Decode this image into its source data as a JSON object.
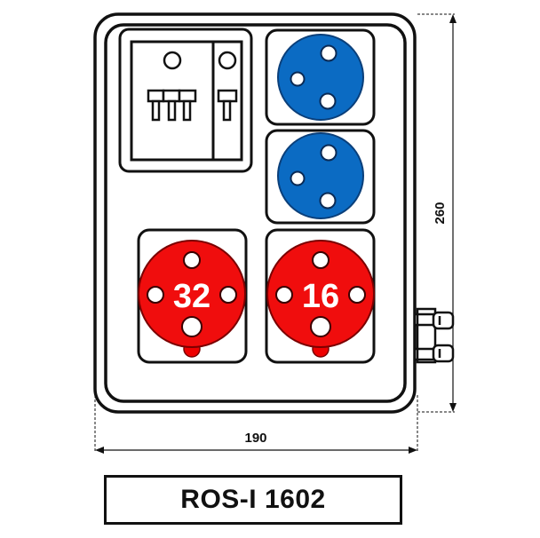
{
  "diagram": {
    "title": "ROS-I 1602",
    "type": "electrical distribution box technical drawing",
    "dimensions": {
      "width_label": "190",
      "height_label": "260"
    },
    "components": {
      "breaker_panel": {
        "three_pole_breakers": 1,
        "single_pole_breakers": 1
      },
      "blue_sockets": [
        {
          "id": "socket-blue-1",
          "color": "#0b6bc3",
          "pins": 3
        },
        {
          "id": "socket-blue-2",
          "color": "#0b6bc3",
          "pins": 3
        }
      ],
      "red_sockets": [
        {
          "id": "socket-red-32",
          "label": "32",
          "color": "#f00d0d",
          "pins": 5
        },
        {
          "id": "socket-red-16",
          "label": "16",
          "color": "#f00d0d",
          "pins": 5
        }
      ],
      "cable_glands": 2
    },
    "colors": {
      "outline": "#111111",
      "blue_socket": "#0b6bc3",
      "red_socket": "#f00d0d",
      "background": "#ffffff"
    }
  }
}
